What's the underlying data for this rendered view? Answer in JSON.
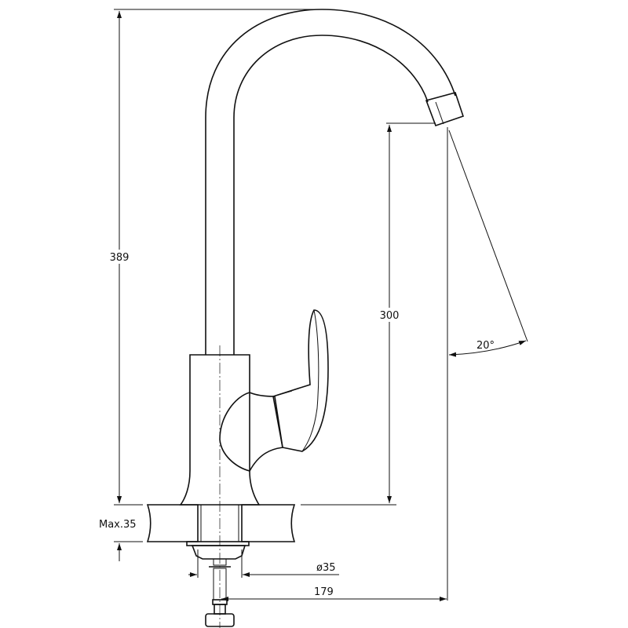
{
  "drawing": {
    "title": "Faucet dimension drawing",
    "dimensions": {
      "total_height": "389",
      "spout_height": "300",
      "swivel_angle": "20°",
      "max_counter_thickness": "Max.35",
      "hole_diameter": "ø35",
      "spout_reach": "179"
    },
    "line_color": "#111111",
    "background": "#ffffff"
  }
}
